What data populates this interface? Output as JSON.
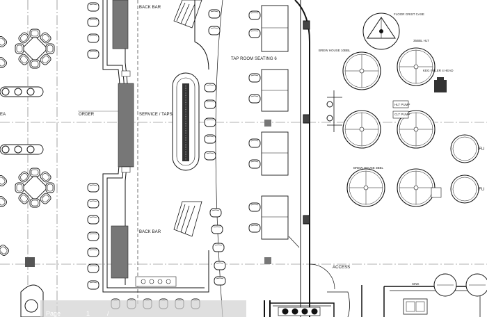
{
  "labels": {
    "back_bar_top": "BACK BAR",
    "back_bar_bottom": "BACK BAR",
    "service_taps": "SERVICE / TAPS",
    "tap_room_seating": "TAP ROOM SEATING 6",
    "order": "ORDER",
    "area_fragment": "EA",
    "access": "ACCESS",
    "brew_house_top": "BREW HOUSE 10BBL",
    "brew_house_bottom": "BREW HOUSE 3BBL",
    "hlt": "35BBL HLT",
    "grist_case": "FLOOR GRIST CASE",
    "keg_filler": "KEG FILLER 4 HEAD",
    "clt_pump": "CLT PUMP",
    "hlt_pump": "HLT PUMP",
    "sink": "SINK",
    "fu_1": "FU",
    "fu_2": "FU"
  },
  "pager": {
    "label": "Page",
    "number": "1",
    "separator": "/"
  }
}
